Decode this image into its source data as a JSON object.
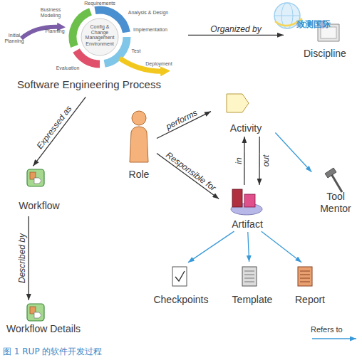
{
  "diagram": {
    "caption": "图 1 RUP 的软件开发过程",
    "nodes": [
      {
        "text": [
          "Software Engineering Process"
        ]
      },
      {
        "text": [
          "Discipline"
        ]
      },
      {
        "text": [
          "Activity"
        ]
      },
      {
        "text": [
          "Role"
        ]
      },
      {
        "text": [
          "Workflow"
        ]
      },
      {
        "text": [
          "Tool Mentor"
        ]
      },
      {
        "text": [
          "Artifact"
        ]
      },
      {
        "text": [
          "Checkpoints"
        ]
      },
      {
        "text": [
          "Template"
        ]
      },
      {
        "text": [
          "Report"
        ]
      },
      {
        "text": [
          "Workflow Details"
        ]
      }
    ],
    "edges": [
      {
        "from": 0,
        "to": 1,
        "label": "Organized by",
        "arrow": "to"
      },
      {
        "from": 0,
        "to": 4,
        "label": "Expressed as",
        "arrow": "to"
      },
      {
        "from": 4,
        "to": 10,
        "label": "Described by",
        "arrow": "to"
      },
      {
        "from": 3,
        "to": 2,
        "label": "performs",
        "arrow": "to"
      },
      {
        "from": 3,
        "to": 6,
        "label": "Responsible for",
        "arrow": "to"
      },
      {
        "from": 6,
        "to": 2,
        "label": "in",
        "arrow": "to"
      },
      {
        "from": 2,
        "to": 6,
        "label": "out",
        "arrow": "to"
      },
      {
        "from": 2,
        "to": 5,
        "arrow": "to"
      },
      {
        "from": 6,
        "to": 7,
        "arrow": "to"
      },
      {
        "from": 6,
        "to": 8,
        "arrow": "to"
      },
      {
        "from": 6,
        "to": 9,
        "arrow": "to"
      }
    ],
    "labels": [
      "Requirements",
      "Business Modeling",
      "Analysis & Design",
      "Config & Change Management",
      "Planning",
      "Implementation",
      "Initial Planning",
      "Environment",
      "Test",
      "Deployment",
      "Evaluation",
      "致测国际"
    ],
    "legend": [
      {
        "text": "Refers to"
      }
    ]
  }
}
